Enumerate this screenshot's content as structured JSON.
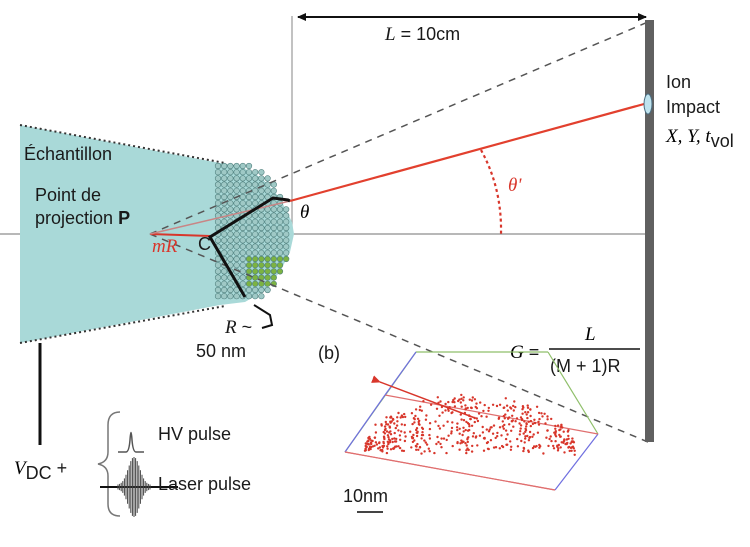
{
  "labels": {
    "length_lhs": "L",
    "length_rhs": " = 10cm",
    "sample": "Échantillon",
    "projection_line1": "Point de",
    "projection_line2": "projection ",
    "projection_point": "P",
    "mR": "mR",
    "C": "C",
    "theta": "θ",
    "theta_prime": "θ'",
    "detector_line1": "Ion",
    "detector_line2": "Impact",
    "detector_line3": "X, Y, t",
    "detector_sub": "vol",
    "radius_line1": "R ~",
    "radius_line2": "50 nm",
    "panel_b": "(b)",
    "gain_G": "G",
    "gain_eq": " = ",
    "gain_num": "L",
    "gain_den": "(M + 1)R",
    "hv_pulse": "HV pulse",
    "laser_pulse": "Laser pulse",
    "vdc_V": "V",
    "vdc_sub": "DC",
    "vdc_plus": " +",
    "scale_bar": "10nm"
  },
  "colors": {
    "sample_fill": "#a9d9d8",
    "atoms": "#9fc9c6",
    "atoms_green": "#7cb342",
    "ion_path": "#e2402e",
    "cone": "#555555",
    "detector": "#606060",
    "points_3d": "#d8362b"
  }
}
